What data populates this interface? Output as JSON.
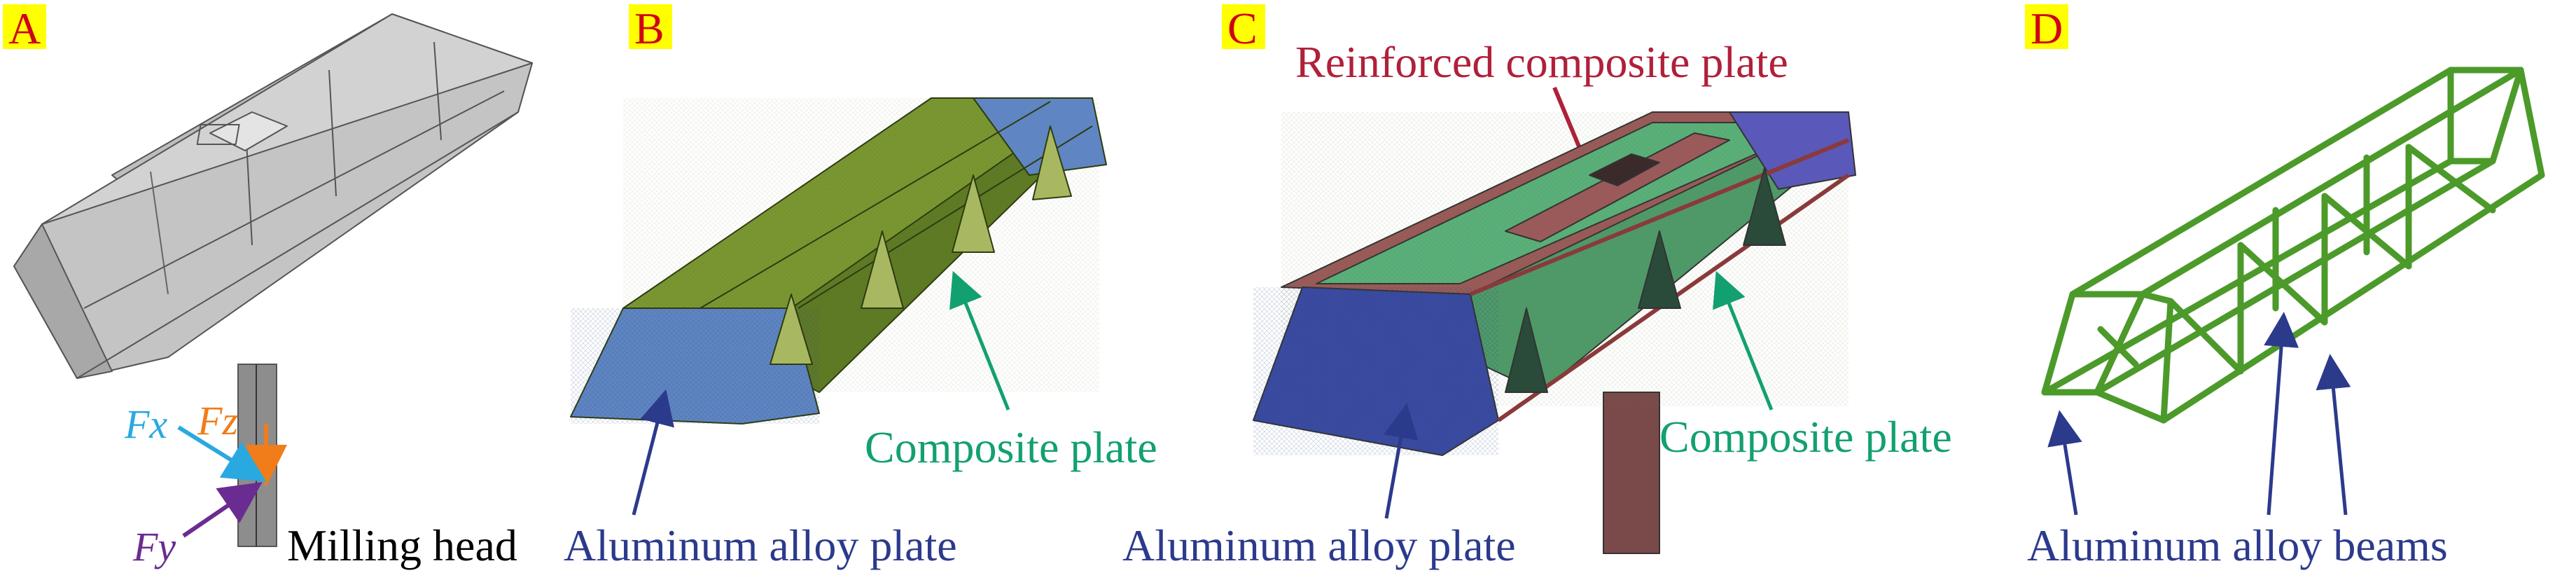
{
  "panels": {
    "a": {
      "letter": "A"
    },
    "b": {
      "letter": "B"
    },
    "c": {
      "letter": "C"
    },
    "d": {
      "letter": "D"
    }
  },
  "labels": {
    "fx": "Fx",
    "fz": "Fz",
    "fy": "Fy",
    "milling_head": "Milling head",
    "composite_plate_b": "Composite plate",
    "aluminum_plate_b": "Aluminum alloy plate",
    "reinforced_plate": "Reinforced composite plate",
    "composite_plate_c": "Composite plate",
    "aluminum_plate_c": "Aluminum alloy plate",
    "aluminum_beams": "Aluminum alloy beams"
  },
  "colors": {
    "letter_bg": "#ffff00",
    "letter_fg": "#d0021b",
    "fx": "#29a9e0",
    "fz": "#f07d1a",
    "fy": "#6a2c91",
    "navy_text": "#2c3a8c",
    "green_text": "#13a070",
    "crimson_text": "#b0203a",
    "gray_model": "#c9c9c9",
    "olive": "#6f8a2d",
    "blue_plate": "#5f86c2",
    "wire_green": "#4c9a2a"
  }
}
